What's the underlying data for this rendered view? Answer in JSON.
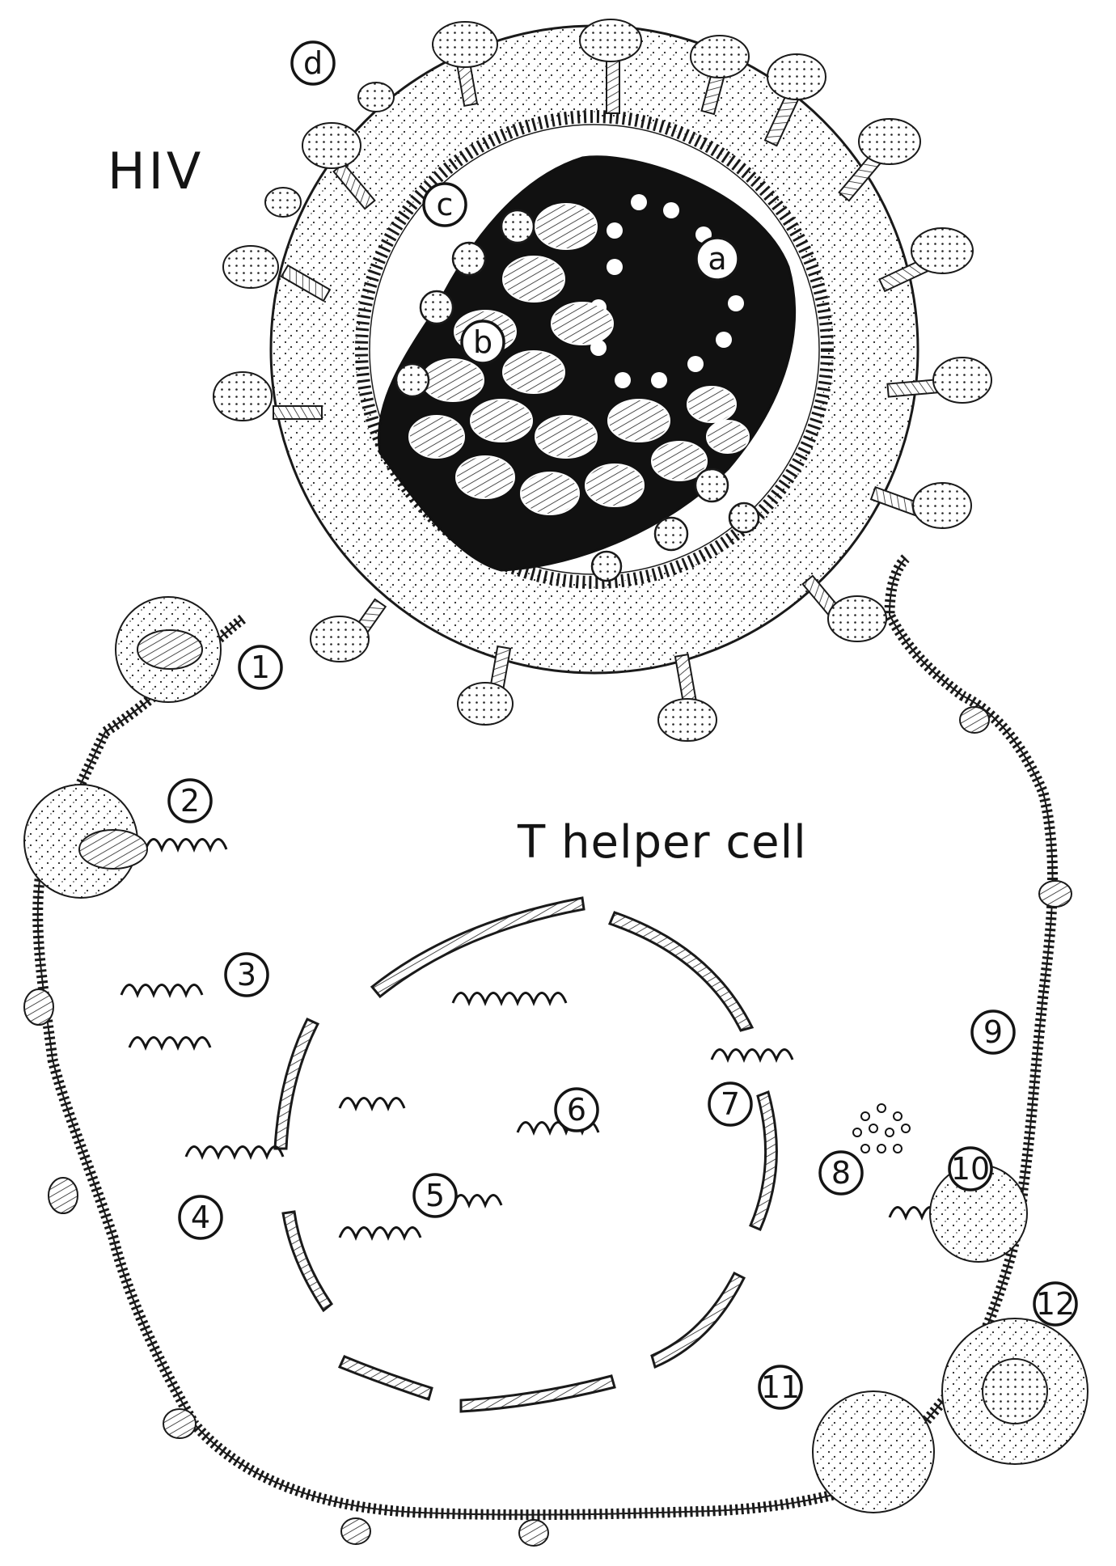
{
  "labels": {
    "virus": "HIV",
    "cell": "T helper cell"
  },
  "markers": {
    "a": "a",
    "b": "b",
    "c": "c",
    "d": "d",
    "m1": "1",
    "m2": "2",
    "m3": "3",
    "m4": "4",
    "m5": "5",
    "m6": "6",
    "m7": "7",
    "m8": "8",
    "m9": "9",
    "m10": "10",
    "m11": "11",
    "m12": "12"
  },
  "colors": {
    "ink": "#141414",
    "paper": "#ffffff"
  },
  "icons": [
    "hiv-virion-icon",
    "t-helper-cell-icon",
    "rna-strand-icon",
    "viral-protein-cluster-icon"
  ]
}
